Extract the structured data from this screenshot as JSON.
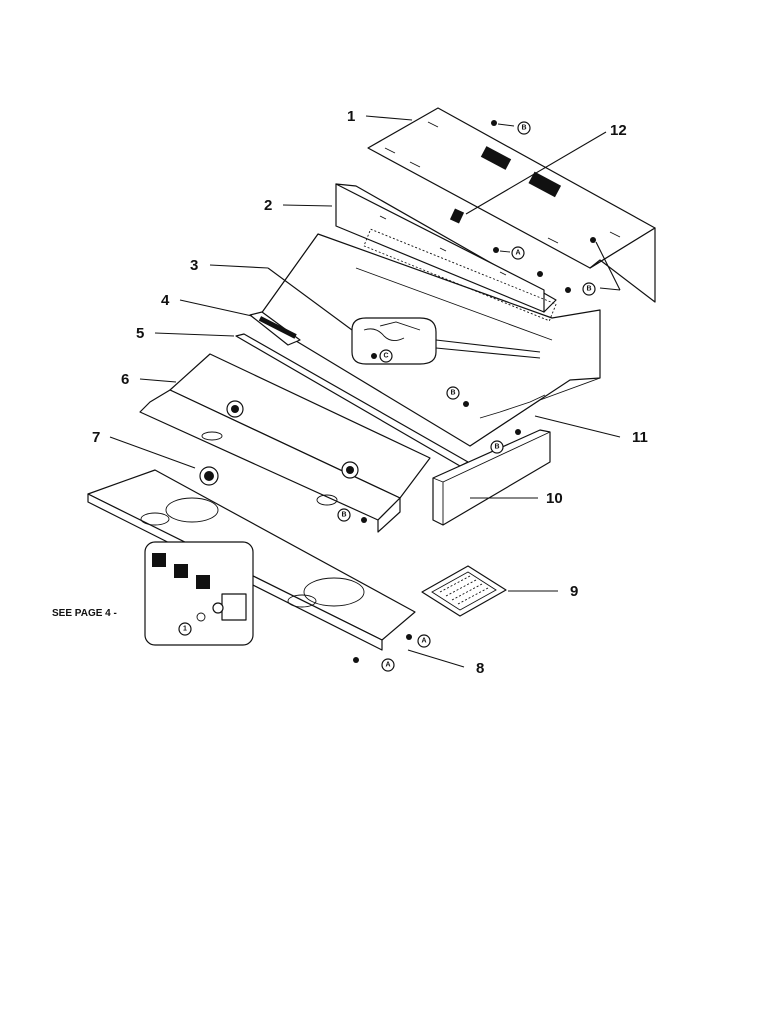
{
  "callouts": [
    {
      "id": "1",
      "text": "1"
    },
    {
      "id": "2",
      "text": "2"
    },
    {
      "id": "3",
      "text": "3"
    },
    {
      "id": "4",
      "text": "4"
    },
    {
      "id": "5",
      "text": "5"
    },
    {
      "id": "6",
      "text": "6"
    },
    {
      "id": "7",
      "text": "7"
    },
    {
      "id": "8",
      "text": "8"
    },
    {
      "id": "9",
      "text": "9"
    },
    {
      "id": "10",
      "text": "10"
    },
    {
      "id": "11",
      "text": "11"
    },
    {
      "id": "12",
      "text": "12"
    }
  ],
  "fastener_labels": {
    "a": "A",
    "b": "B",
    "c": "C",
    "one": "1"
  },
  "see_page_label": "SEE PAGE 4 -"
}
